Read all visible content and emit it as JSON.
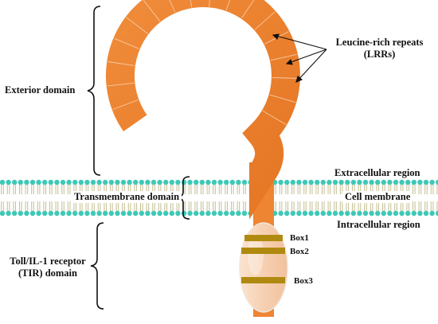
{
  "colors": {
    "receptor": "#ee8533",
    "receptor_dark": "#d86a1c",
    "membrane_head": "#3ec8b6",
    "membrane_tail": "#c8c39a",
    "tir_fill": "#f6d3b6",
    "box_band": "#b08a10",
    "bracket": "#111111"
  },
  "labels": {
    "exterior_domain": "Exterior domain",
    "lrr_line1": "Leucine-rich repeats",
    "lrr_line2": "(LRRs)",
    "extracellular": "Extracellular region",
    "transmembrane": "Transmembrane domain",
    "cell_membrane": "Cell membrane",
    "intracellular": "Intracellular region",
    "tir_line1": "Toll/IL-1  receptor",
    "tir_line2": "(TIR) domain",
    "box1": "Box1",
    "box2": "Box2",
    "box3": "Box3"
  }
}
